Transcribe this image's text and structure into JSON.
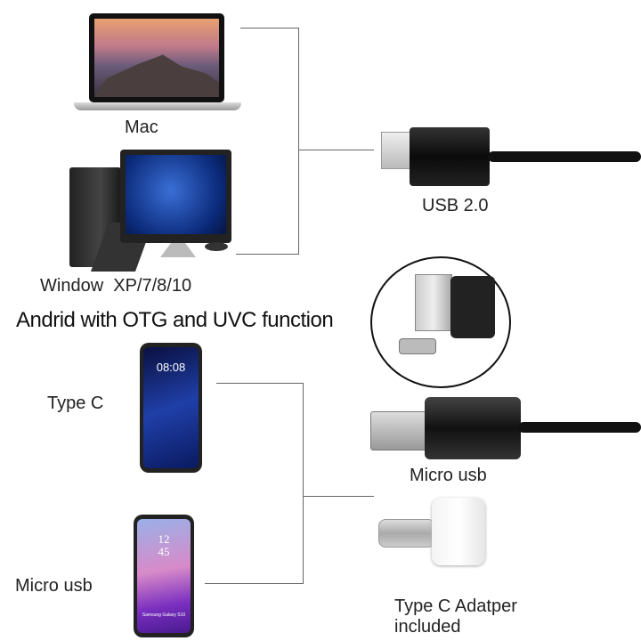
{
  "devices": {
    "mac": "Mac",
    "windows": "Window  XP/7/8/10",
    "type_c": "Type C",
    "micro_usb": "Micro usb"
  },
  "heading": "Andrid with OTG and UVC function",
  "connectors": {
    "usb": "USB 2.0",
    "micro_usb": "Micro usb",
    "adapter_line1": "Type C Adatper",
    "adapter_line2": "included"
  },
  "phone_screens": {
    "huawei_time": "08:08",
    "samsung_time_h": "12",
    "samsung_time_m": "45",
    "samsung_caption": "Samsung Galaxy S10"
  }
}
